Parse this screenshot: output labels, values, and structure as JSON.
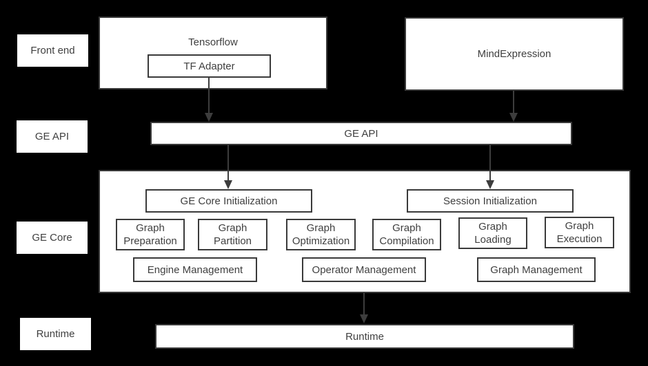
{
  "colors": {
    "bg": "#000000",
    "fill": "#ffffff",
    "border": "#3a3a3a",
    "text": "#3f3f3f",
    "arrow": "#3d3d3d"
  },
  "row_labels": [
    {
      "label": "Front end"
    },
    {
      "label": "GE API"
    },
    {
      "label": "GE Core"
    },
    {
      "label": "Runtime"
    }
  ],
  "front_end": {
    "tensorflow_label": "Tensorflow",
    "tf_adapter_label": "TF Adapter",
    "mind_expression_label": "MindExpression"
  },
  "ge_api": {
    "label": "GE API"
  },
  "ge_core": {
    "init_boxes": [
      "GE Core Initialization",
      "Session Initialization"
    ],
    "stage_boxes": [
      "Graph Preparation",
      "Graph Partition",
      "Graph Optimization",
      "Graph Compilation",
      "Graph Loading",
      "Graph Execution"
    ],
    "management_boxes": [
      "Engine Management",
      "Operator Management",
      "Graph Management"
    ]
  },
  "runtime": {
    "label": "Runtime"
  }
}
